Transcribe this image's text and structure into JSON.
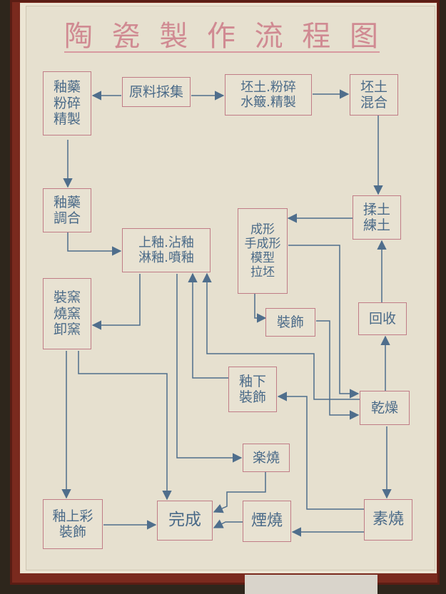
{
  "title": "陶瓷製作流程图",
  "colors": {
    "box_border": "#c07c86",
    "text": "#4a6a88",
    "arrow": "#4f6e8c",
    "title": "#d08a92"
  },
  "nodes": {
    "raw_collect": {
      "lines": [
        "原料採集"
      ]
    },
    "glaze_grind": {
      "lines": [
        "釉藥",
        "粉碎",
        "精製"
      ]
    },
    "clay_crush": {
      "lines": [
        "坯土.粉碎",
        "水簸.精製"
      ]
    },
    "clay_mix": {
      "lines": [
        "坯土",
        "混合"
      ]
    },
    "glaze_mix": {
      "lines": [
        "釉藥",
        "調合"
      ]
    },
    "knead": {
      "lines": [
        "揉土",
        "練土"
      ]
    },
    "forming": {
      "lines": [
        "成形",
        "手成形",
        "模型",
        "拉坯"
      ]
    },
    "glazing": {
      "lines": [
        "上釉.沾釉",
        "淋釉.噴釉"
      ]
    },
    "kiln_load": {
      "lines": [
        "裝窯",
        "燒窯",
        "卸窯"
      ]
    },
    "decorate": {
      "lines": [
        "裝飾"
      ]
    },
    "reclaim": {
      "lines": [
        "回收"
      ]
    },
    "under_deco": {
      "lines": [
        "釉下",
        "裝飾"
      ]
    },
    "drying": {
      "lines": [
        "乾燥"
      ]
    },
    "raku": {
      "lines": [
        "楽燒"
      ]
    },
    "over_deco": {
      "lines": [
        "釉上彩",
        "裝飾"
      ]
    },
    "complete": {
      "lines": [
        "完成"
      ]
    },
    "smoke": {
      "lines": [
        "煙燒"
      ]
    },
    "bisque": {
      "lines": [
        "素燒"
      ]
    }
  }
}
